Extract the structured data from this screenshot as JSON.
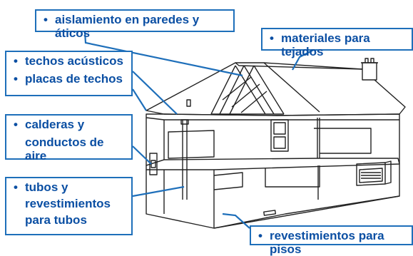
{
  "callouts": {
    "walls_attics": "aislamiento en paredes y áticos",
    "roofing": "materiales para tejados",
    "acoustic_ceilings": "techos acústicos",
    "ceiling_tiles": "placas de techos",
    "boilers_line1": "calderas y",
    "boilers_line2": "conductos de aire",
    "pipes_line1": "tubos y",
    "pipes_line2": "revestimientos",
    "pipes_line3": "para tubos",
    "floors": "revestimientos para pisos"
  },
  "colors": {
    "accent": "#1e6fba",
    "text": "#0b4fa3",
    "line": "#222222"
  },
  "icons": {
    "bullet": "bullet-dot"
  }
}
